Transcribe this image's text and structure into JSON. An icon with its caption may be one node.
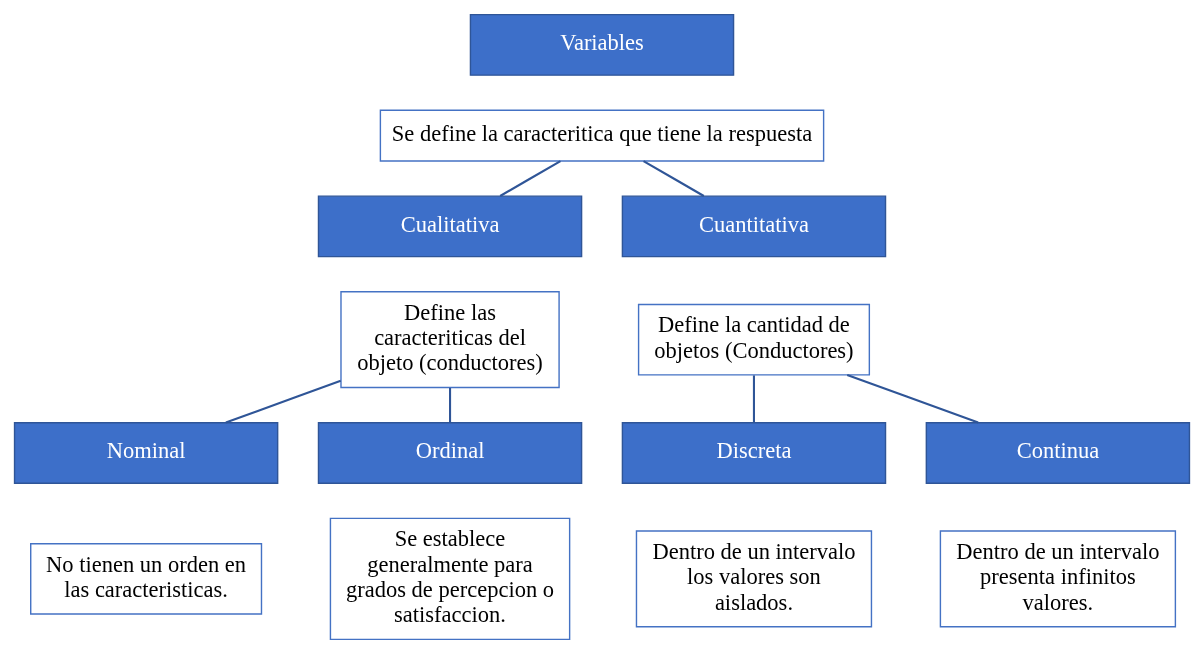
{
  "diagram": {
    "nodes": [
      {
        "text": [
          "Variables"
        ]
      },
      {
        "text": [
          "Se define la caracteritica que tiene la respuesta"
        ]
      },
      {
        "text": [
          "Cualitativa"
        ]
      },
      {
        "text": [
          "Define las caracteriticas del objeto (conductores)"
        ]
      },
      {
        "text": [
          "Cuantitativa"
        ]
      },
      {
        "text": [
          "Define la cantidad de objetos (Conductores)"
        ]
      },
      {
        "text": [
          "Nominal"
        ]
      },
      {
        "text": [
          "No tienen un orden en las caracteristicas."
        ]
      },
      {
        "text": [
          "Ordinal"
        ]
      },
      {
        "text": [
          "Se establece generalmente para grados de percepcion o satisfaccion."
        ]
      },
      {
        "text": [
          "Discreta"
        ]
      },
      {
        "text": [
          "Dentro de un intervalo los valores son aislados."
        ]
      },
      {
        "text": [
          "Continua"
        ]
      },
      {
        "text": [
          "Dentro de un intervalo presenta infinitos valores."
        ]
      }
    ],
    "edges": [
      {
        "from": 1,
        "to": 2,
        "arrow": "none"
      },
      {
        "from": 1,
        "to": 4,
        "arrow": "none"
      },
      {
        "from": 3,
        "to": 6,
        "arrow": "none"
      },
      {
        "from": 3,
        "to": 8,
        "arrow": "none"
      },
      {
        "from": 5,
        "to": 10,
        "arrow": "none"
      },
      {
        "from": 5,
        "to": 12,
        "arrow": "none"
      }
    ]
  }
}
